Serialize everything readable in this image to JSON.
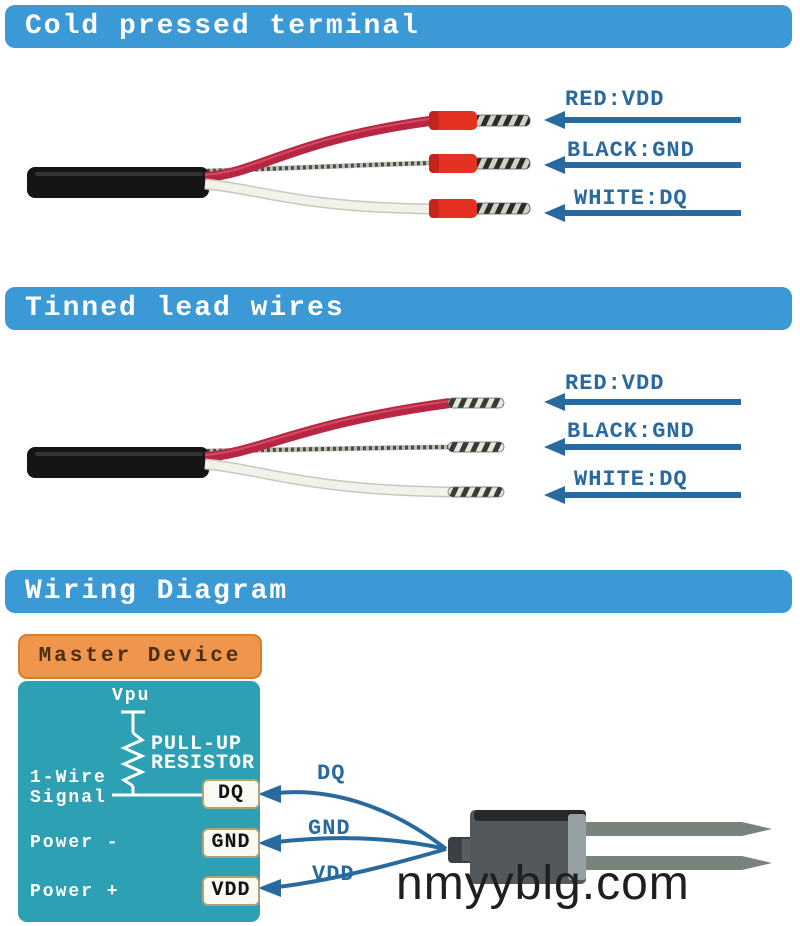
{
  "sections": [
    {
      "title": "Cold pressed terminal"
    },
    {
      "title": "Tinned lead wires"
    },
    {
      "title": "Wiring Diagram"
    }
  ],
  "wire_labels": [
    "RED:VDD",
    "BLACK:GND",
    "WHITE:DQ"
  ],
  "wiring": {
    "master": "Master Device",
    "vpu": "Vpu",
    "pullup_line1": "PULL-UP",
    "pullup_line2": "RESISTOR",
    "signal_line1": "1-Wire",
    "signal_line2": "Signal",
    "power_minus": "Power -",
    "power_plus": "Power +",
    "pins": [
      "DQ",
      "GND",
      "VDD"
    ],
    "curve_labels": [
      "DQ",
      "GND",
      "VDD"
    ]
  },
  "watermark": "nmyyblg.com",
  "colors": {
    "header_bar": "#3b99d5",
    "arrow_blue": "#28699f",
    "diagram_teal": "#2da0b4",
    "master_orange": "#f0954c",
    "wire_red": "#b72642",
    "ferrule_red": "#e53122",
    "watermark_gray": "#1f1f1f"
  }
}
